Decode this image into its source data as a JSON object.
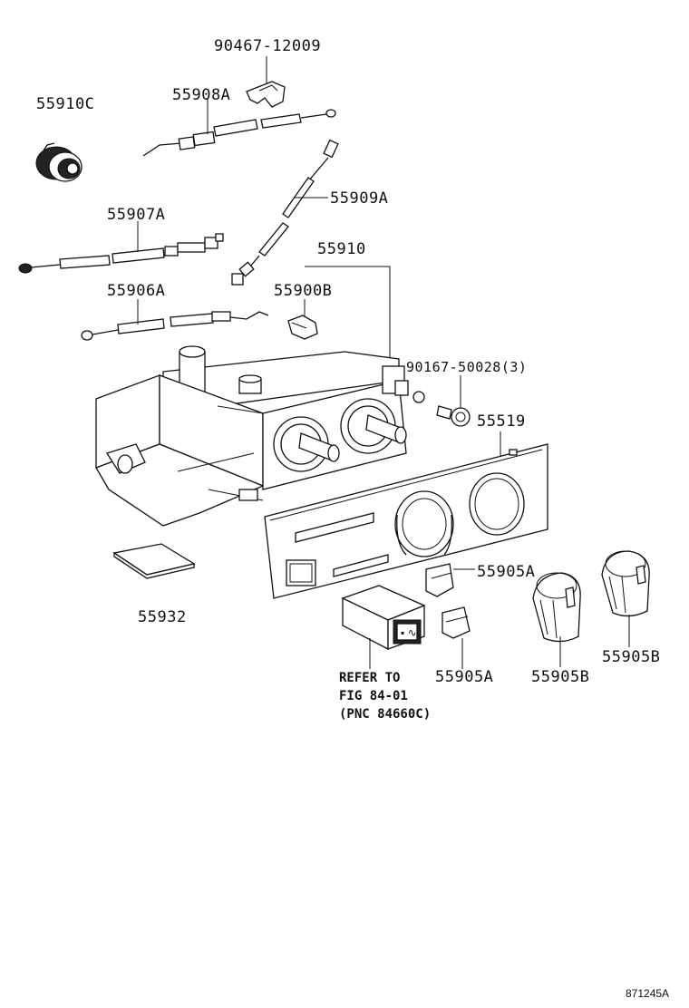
{
  "labels": {
    "p_90467_12009": "90467-12009",
    "p_55908A": "55908A",
    "p_55910C": "55910C",
    "p_55909A": "55909A",
    "p_55907A": "55907A",
    "p_55910": "55910",
    "p_55906A": "55906A",
    "p_55900B": "55900B",
    "p_90167_50028": "90167-50028(3)",
    "p_55519": "55519",
    "p_55905A_1": "55905A",
    "p_55932": "55932",
    "p_55905A_2": "55905A",
    "p_55905B_1": "55905B",
    "p_55905B_2": "55905B",
    "refer_line1": "REFER TO",
    "refer_line2": "FIG 84-01",
    "refer_line3": "(PNC 84660C)",
    "figure_id": "871245A"
  }
}
